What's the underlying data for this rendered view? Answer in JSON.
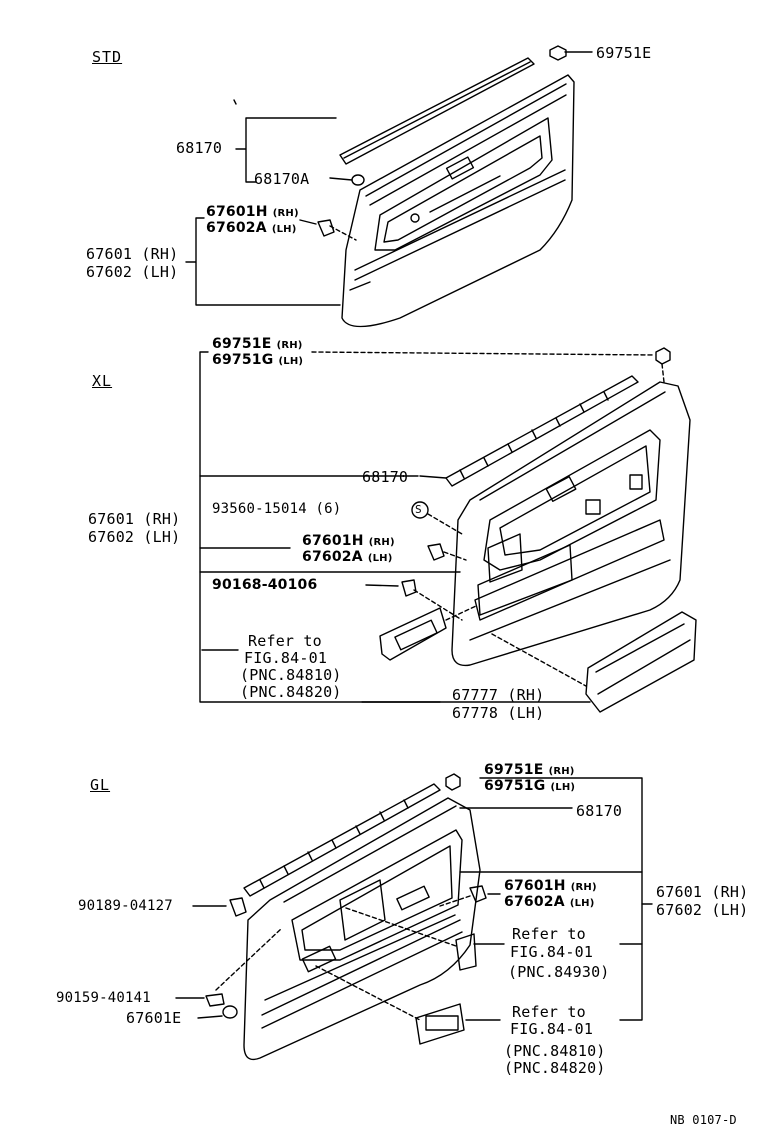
{
  "sections": {
    "std": "STD",
    "xl": "XL",
    "gl": "GL"
  },
  "std": {
    "p69751e": "69751E",
    "p68170": "68170",
    "p68170a": "68170A",
    "p67601h": "67601H",
    "p67601h_sfx": "(RH)",
    "p67602a": "67602A",
    "p67602a_sfx": "(LH)",
    "p67601": "67601 (RH)",
    "p67602": "67602 (LH)"
  },
  "xl": {
    "p69751e": "69751E",
    "p69751e_sfx": "(RH)",
    "p69751g": "69751G",
    "p69751g_sfx": "(LH)",
    "p68170": "68170",
    "p93560": "93560-15014 (6)",
    "s_mark": "S",
    "p67601": "67601 (RH)",
    "p67602": "67602 (LH)",
    "p67601h": "67601H",
    "p67601h_sfx": "(RH)",
    "p67602a": "67602A",
    "p67602a_sfx": "(LH)",
    "p90168": "90168-40106",
    "refer1": "Refer to",
    "refer2": "FIG.84-01",
    "refer3": "(PNC.84810)",
    "refer4": "(PNC.84820)",
    "p67777": "67777 (RH)",
    "p67778": "67778 (LH)"
  },
  "gl": {
    "p69751e": "69751E",
    "p69751e_sfx": "(RH)",
    "p69751g": "69751G",
    "p69751g_sfx": "(LH)",
    "p68170": "68170",
    "p90189": "90189-04127",
    "p67601h": "67601H",
    "p67601h_sfx": "(RH)",
    "p67602a": "67602A",
    "p67602a_sfx": "(LH)",
    "p67601": "67601 (RH)",
    "p67602": "67602 (LH)",
    "referA1": "Refer to",
    "referA2": "FIG.84-01",
    "referA3": "(PNC.84930)",
    "p90159": "90159-40141",
    "p67601e": "67601E",
    "referB1": "Refer to",
    "referB2": "FIG.84-01",
    "referB3": "(PNC.84810)",
    "referB4": "(PNC.84820)"
  },
  "footer": {
    "code": "NB 0107-D"
  }
}
